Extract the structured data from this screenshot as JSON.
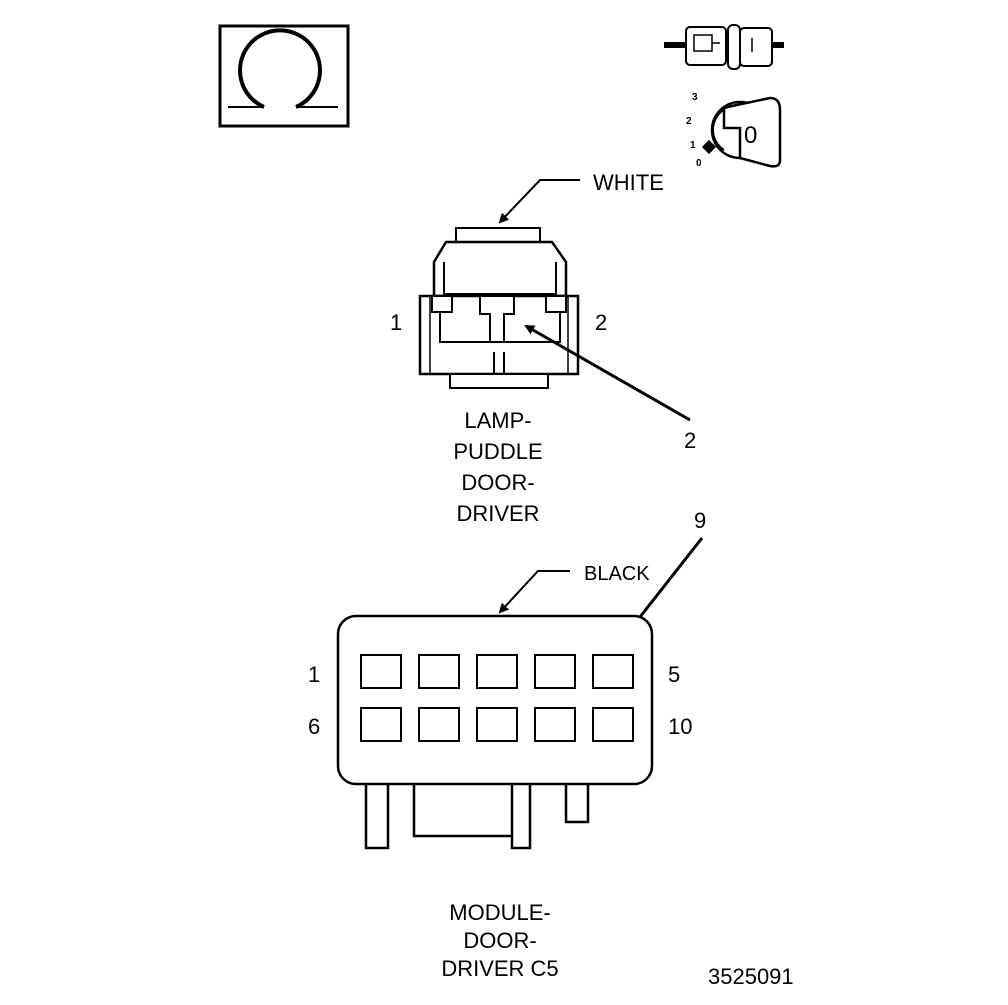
{
  "icons": {
    "ohm_icon": "resistance-omega-icon",
    "connector_icon": "connector-disconnected-icon",
    "ignition_icon": "ignition-key-icon"
  },
  "ignition": {
    "positions": [
      "3",
      "2",
      "1",
      "0"
    ],
    "key_label": "0"
  },
  "connector_top": {
    "color_label": "WHITE",
    "pin_left": "1",
    "pin_right": "2",
    "callout": "2",
    "name_lines": [
      "LAMP-",
      "PUDDLE",
      "DOOR-",
      "DRIVER"
    ]
  },
  "connector_bottom": {
    "color_label": "BLACK",
    "callout": "9",
    "pin_top_left": "1",
    "pin_top_right": "5",
    "pin_bottom_left": "6",
    "pin_bottom_right": "10",
    "name_lines": [
      "MODULE-",
      "DOOR-",
      "DRIVER C5"
    ]
  },
  "figure_id": "3525091"
}
